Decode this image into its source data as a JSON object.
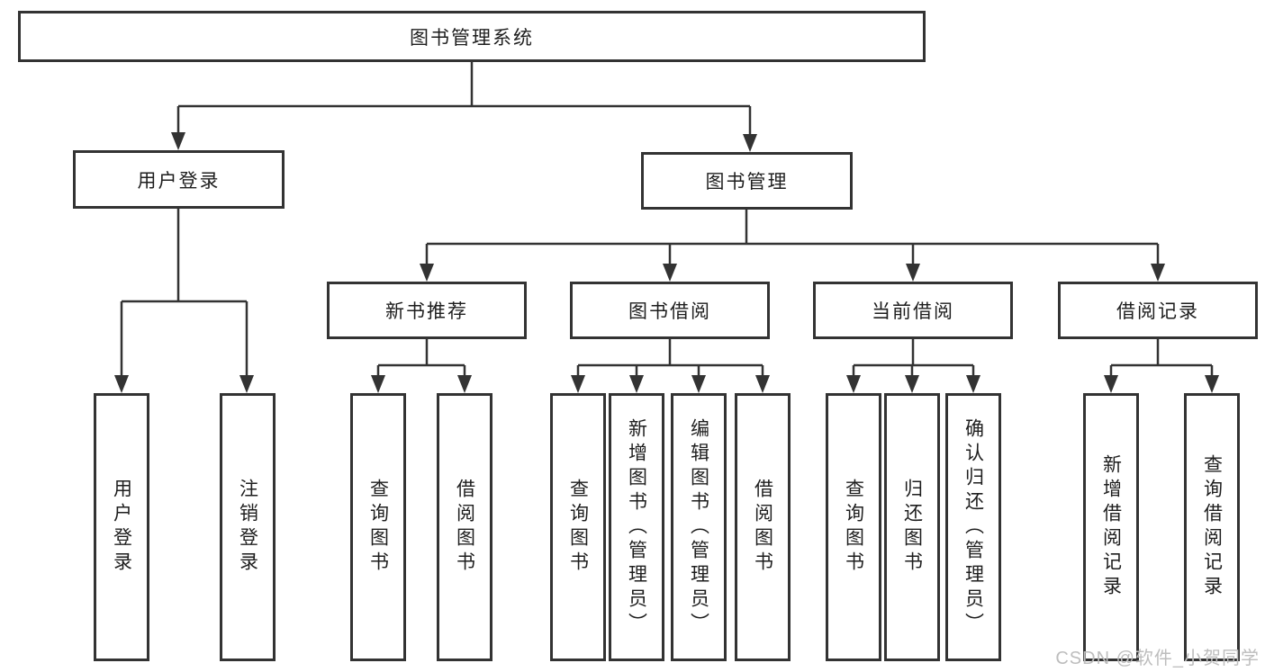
{
  "diagram": {
    "root": {
      "label": "图书管理系统"
    },
    "branches": [
      {
        "label": "用户登录",
        "leaves": [
          {
            "label": "用户登录"
          },
          {
            "label": "注销登录"
          }
        ]
      },
      {
        "label": "图书管理",
        "children": [
          {
            "label": "新书推荐",
            "leaves": [
              {
                "label": "查询图书"
              },
              {
                "label": "借阅图书"
              }
            ]
          },
          {
            "label": "图书借阅",
            "leaves": [
              {
                "label": "查询图书"
              },
              {
                "label": "新增图书（管理员）"
              },
              {
                "label": "编辑图书（管理员）"
              },
              {
                "label": "借阅图书"
              }
            ]
          },
          {
            "label": "当前借阅",
            "leaves": [
              {
                "label": "查询图书"
              },
              {
                "label": "归还图书"
              },
              {
                "label": "确认归还（管理员）"
              }
            ]
          },
          {
            "label": "借阅记录",
            "leaves": [
              {
                "label": "新增借阅记录"
              },
              {
                "label": "查询借阅记录"
              }
            ]
          }
        ]
      }
    ]
  },
  "watermark": {
    "text": "CSDN @软件_小贺同学"
  },
  "colors": {
    "line": "#333333",
    "text": "#1e1e1e",
    "background": "#ffffff",
    "watermark": "#bdbdbd"
  }
}
